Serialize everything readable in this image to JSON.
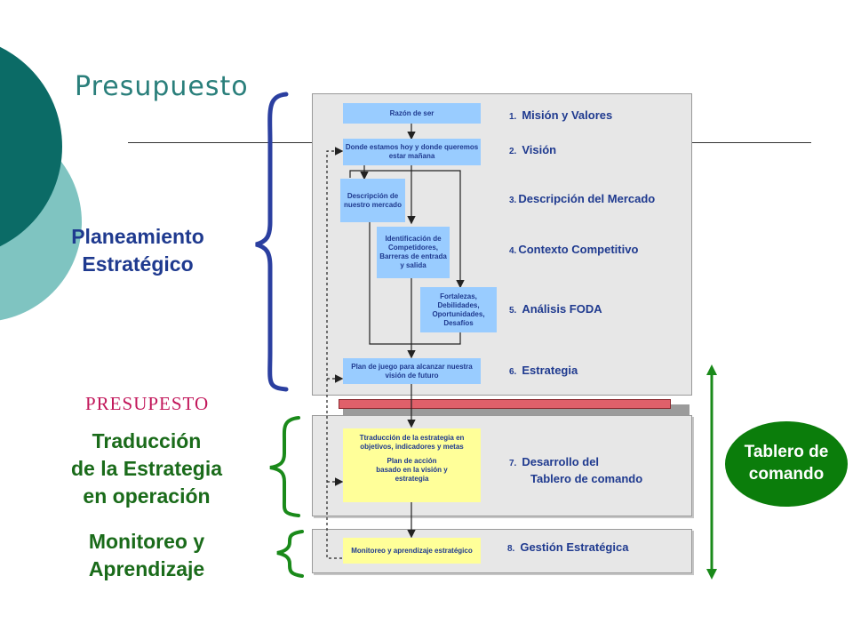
{
  "title": "Presupuesto",
  "left_labels": {
    "planeamiento": [
      "Planeamiento",
      "Estratégico"
    ],
    "presupesto": "PRESUPESTO",
    "traduccion": [
      "Traducción",
      "de la Estrategia",
      "en operación"
    ],
    "monitoreo": [
      "Monitoreo y",
      "Aprendizaje"
    ]
  },
  "boxes": {
    "razon": "Razón de ser",
    "donde": "Donde estamos hoy y donde queremos estar mañana",
    "descripcion": "Descripción de nuestro mercado",
    "identificacion": "Identificación de Competidores, Barreras de entrada y salida",
    "fortalezas": "Fortalezas, Debilidades, Oportunidades, Desafíos",
    "plan_juego": "Plan de juego para alcanzar nuestra visión de futuro",
    "traduccion": "Ttraducción de la estrategia en objetivos, indicadores y metas",
    "plan_accion": "Plan de acción basado en la visión y estrategia",
    "monitoreo": "Monitoreo y aprendizaje estratégico"
  },
  "steps": [
    {
      "num": "1.",
      "label": "Misión y Valores"
    },
    {
      "num": "2.",
      "label": "Visión"
    },
    {
      "num": "3.",
      "label": "Descripción del Mercado"
    },
    {
      "num": "4.",
      "label": "Contexto Competitivo"
    },
    {
      "num": "5.",
      "label": "Análisis FODA"
    },
    {
      "num": "6.",
      "label": "Estrategia"
    },
    {
      "num": "7.",
      "label": "Desarrollo del"
    },
    {
      "num": "",
      "label": "Tablero de comando"
    },
    {
      "num": "8.",
      "label": "Gestión Estratégica"
    }
  ],
  "tablero": [
    "Tablero de",
    "comando"
  ],
  "colors": {
    "title": "#2a7f7b",
    "teal_dark": "#0b6b66",
    "teal_light": "#7fc4c1",
    "navy": "#1f3a8f",
    "green": "#1a6b1a",
    "box_blue": "#99ccff",
    "box_yellow": "#ffff99",
    "red_bar": "#e0606a",
    "presupesto": "#c2185b"
  }
}
